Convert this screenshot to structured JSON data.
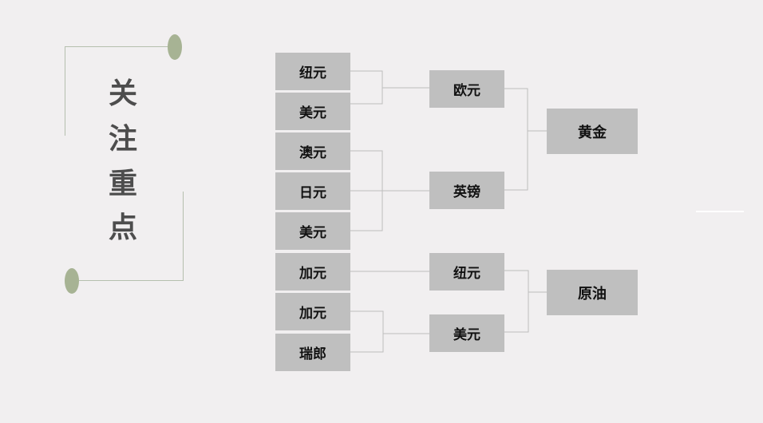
{
  "title_chars": [
    "关",
    "注",
    "重",
    "点"
  ],
  "column1": [
    "纽元",
    "美元",
    "澳元",
    "日元",
    "美元",
    "加元",
    "加元",
    "瑞郎"
  ],
  "column2": [
    "欧元",
    "英镑",
    "纽元",
    "美元"
  ],
  "column3": [
    "黄金",
    "原油"
  ],
  "colors": {
    "background": "#f1eff0",
    "box": "#bfbfbf",
    "accent_green": "#a7b394",
    "line": "#b5bfae",
    "connector": "#bdbdbd"
  }
}
